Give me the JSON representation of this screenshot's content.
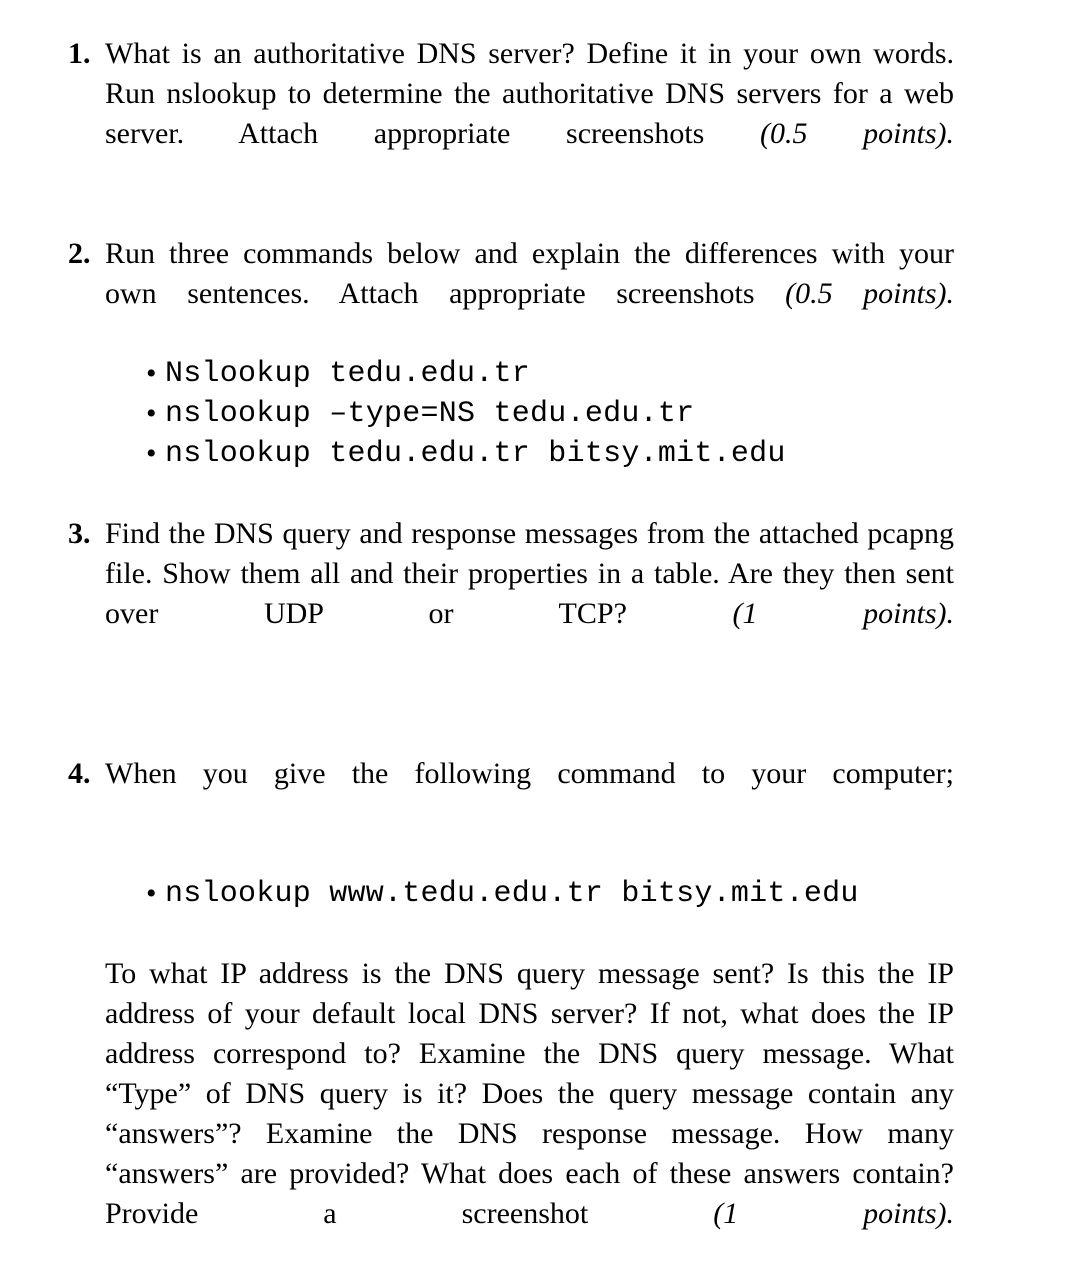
{
  "document": {
    "items": [
      {
        "number": "1.",
        "text": "What is an authoritative DNS server? Define it in your own words. Run nslookup to determine the authoritative DNS servers for a web server. Attach appropriate screenshots ",
        "points": "(0.5 points)."
      },
      {
        "number": "2.",
        "text": "Run three commands below and explain the differences with your own sentences. Attach appropriate screenshots ",
        "points": "(0.5 points).",
        "commands": [
          "Nslookup tedu.edu.tr",
          "nslookup –type=NS tedu.edu.tr",
          "nslookup tedu.edu.tr bitsy.mit.edu"
        ]
      },
      {
        "number": "3.",
        "text": "Find the DNS query and response messages from the attached pcapng file. Show them all and their properties in a table. Are they then sent over UDP or TCP? ",
        "points": "(1 points)."
      },
      {
        "number": "4.",
        "text": "When you give the following command to your computer;",
        "commands": [
          "nslookup www.tedu.edu.tr bitsy.mit.edu"
        ],
        "paragraph": "To what IP address is the DNS query message sent? Is this the IP address of your default local DNS server? If not, what does the IP address correspond to? Examine the DNS query message. What “Type” of DNS query is it? Does the query message contain any “answers”? Examine the DNS response message. How many “answers” are provided? What does each of these answers contain? Provide a screenshot ",
        "points": "(1 points)."
      }
    ],
    "bullet_glyph": "•"
  }
}
